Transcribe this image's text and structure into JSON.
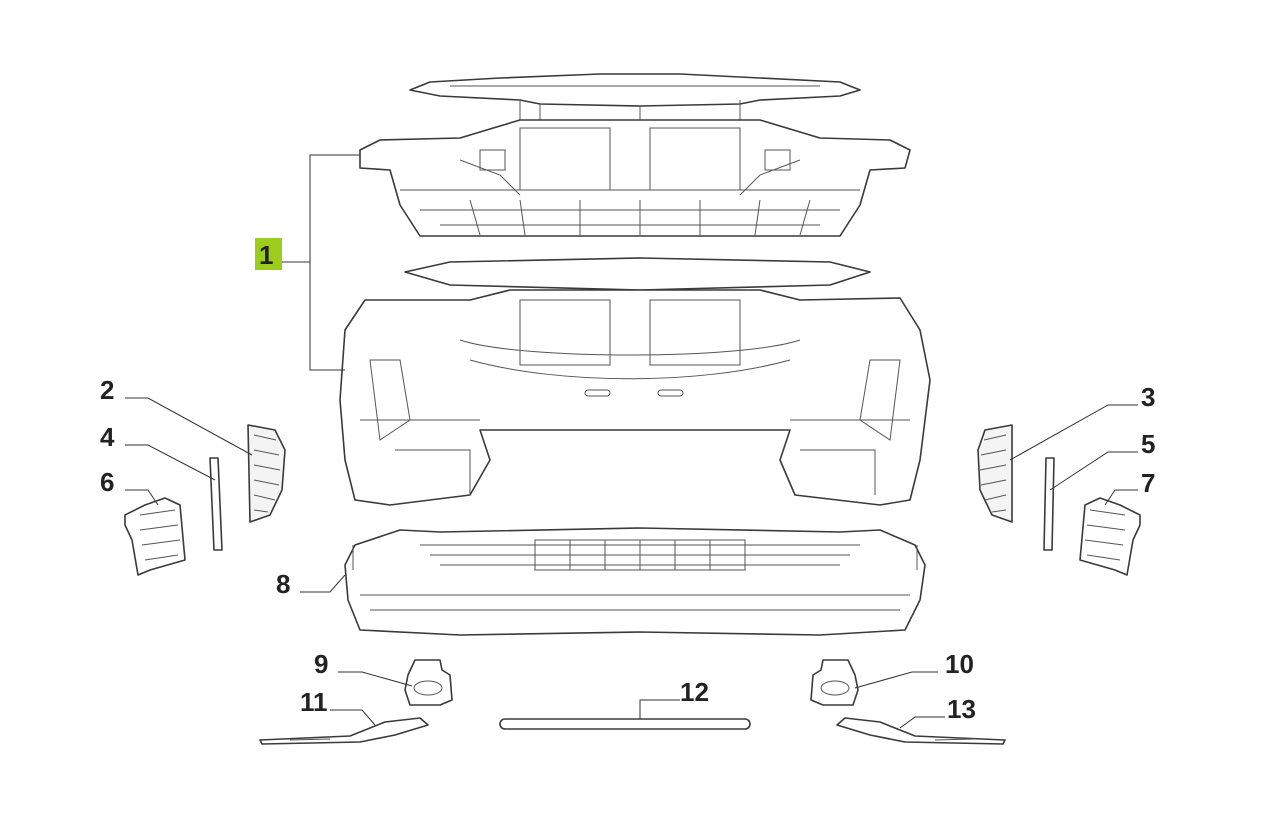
{
  "highlight_color": "#9ccc1c",
  "callouts": [
    {
      "id": "1",
      "label": "1",
      "highlighted": true
    },
    {
      "id": "2",
      "label": "2",
      "highlighted": false
    },
    {
      "id": "3",
      "label": "3",
      "highlighted": false
    },
    {
      "id": "4",
      "label": "4",
      "highlighted": false
    },
    {
      "id": "5",
      "label": "5",
      "highlighted": false
    },
    {
      "id": "6",
      "label": "6",
      "highlighted": false
    },
    {
      "id": "7",
      "label": "7",
      "highlighted": false
    },
    {
      "id": "8",
      "label": "8",
      "highlighted": false
    },
    {
      "id": "9",
      "label": "9",
      "highlighted": false
    },
    {
      "id": "10",
      "label": "10",
      "highlighted": false
    },
    {
      "id": "11",
      "label": "11",
      "highlighted": false
    },
    {
      "id": "12",
      "label": "12",
      "highlighted": false
    },
    {
      "id": "13",
      "label": "13",
      "highlighted": false
    }
  ]
}
